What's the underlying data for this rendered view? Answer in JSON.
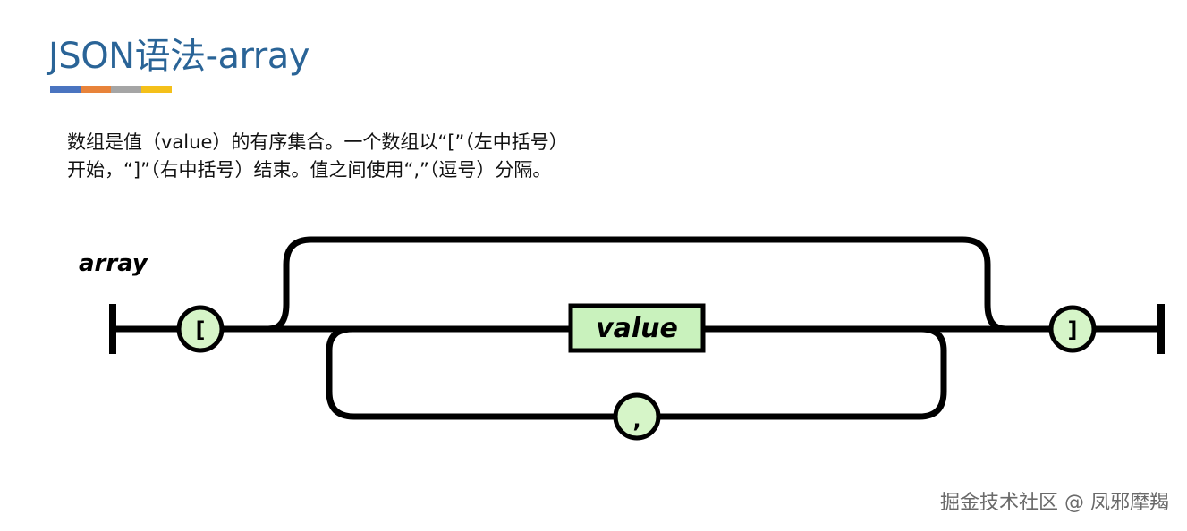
{
  "slide": {
    "title": "JSON语法-array",
    "accent_colors": [
      "#4a74c0",
      "#e8833a",
      "#a5a5a5",
      "#f4c01a"
    ],
    "description": [
      "数组是值（value）的有序集合。一个数组以“[”（左中括号）",
      "开始，“]”（右中括号）结束。值之间使用“,”（逗号）分隔。"
    ]
  },
  "diagram": {
    "label": "array",
    "open_bracket": "[",
    "value_label": "value",
    "comma": ",",
    "close_bracket": "]",
    "node_fill": "#d6f5c8",
    "value_fill": "#c9f2bd",
    "stroke_color": "#000000"
  },
  "watermark": "掘金技术社区 @ 凤邪摩羯"
}
